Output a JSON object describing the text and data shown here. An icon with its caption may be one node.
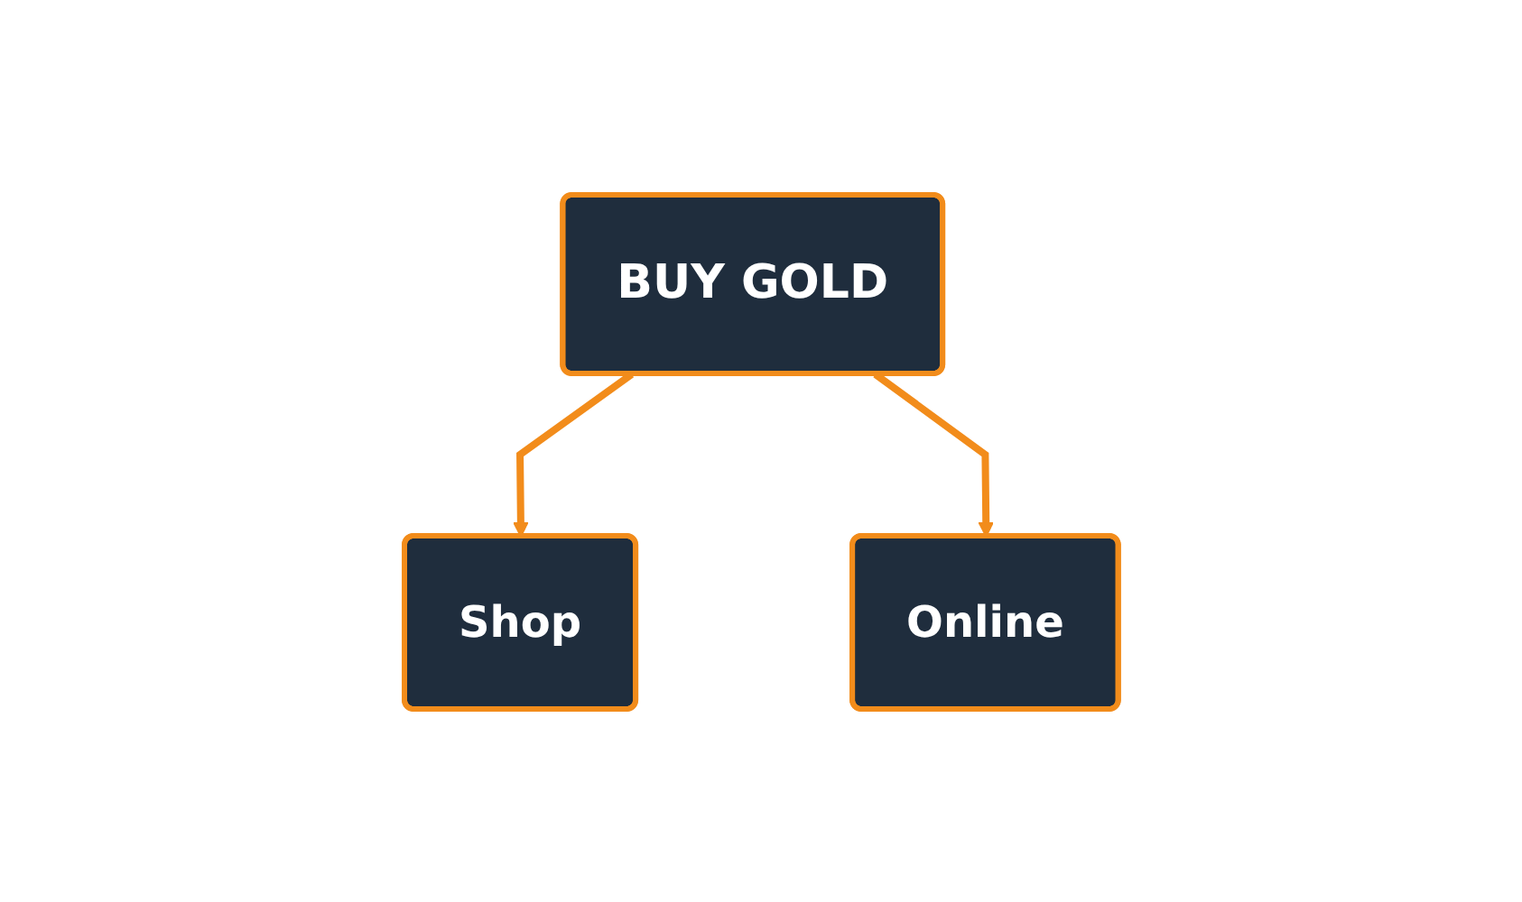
{
  "diagram": {
    "nodes": [
      {
        "text": [
          "BUY GOLD"
        ]
      },
      {
        "text": [
          "Shop"
        ]
      },
      {
        "text": [
          "Online"
        ]
      }
    ],
    "edges": [
      {
        "from": 0,
        "to": 1,
        "arrow": "to"
      },
      {
        "from": 0,
        "to": 2,
        "arrow": "to"
      }
    ]
  }
}
